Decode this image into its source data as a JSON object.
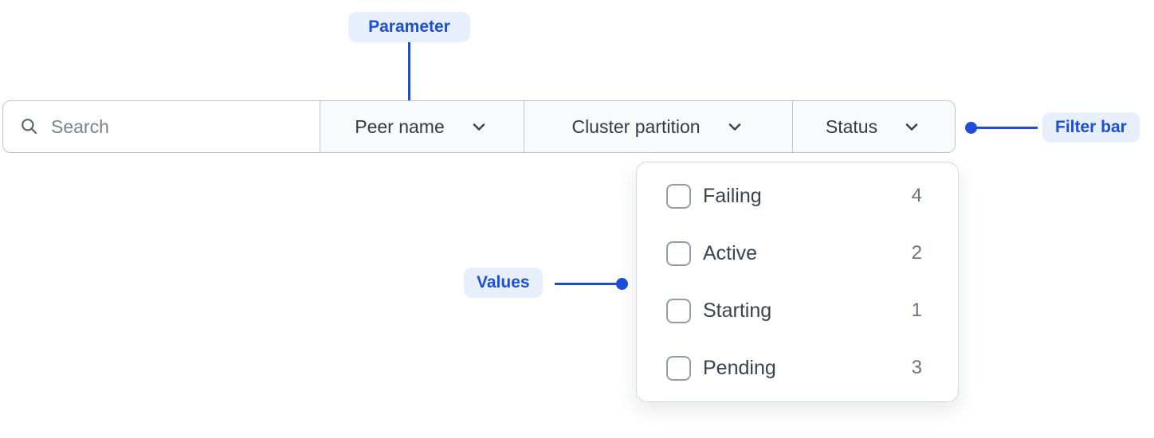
{
  "theme": {
    "accent_color": "#1D4ED8",
    "badge_background": "#E8EFFC",
    "filter_bar_border": "#BFC4CB",
    "dropdown_section_background": "#F9FAFB"
  },
  "annotations": {
    "parameter": "Parameter",
    "filter_bar": "Filter bar",
    "values": "Values"
  },
  "filter_bar": {
    "search": {
      "placeholder": "Search"
    },
    "dropdowns": [
      {
        "label": "Peer name"
      },
      {
        "label": "Cluster partition"
      },
      {
        "label": "Status"
      }
    ]
  },
  "status_dropdown": {
    "options": [
      {
        "label": "Failing",
        "count": "4",
        "checked": false
      },
      {
        "label": "Active",
        "count": "2",
        "checked": false
      },
      {
        "label": "Starting",
        "count": "1",
        "checked": false
      },
      {
        "label": "Pending",
        "count": "3",
        "checked": false
      }
    ]
  }
}
